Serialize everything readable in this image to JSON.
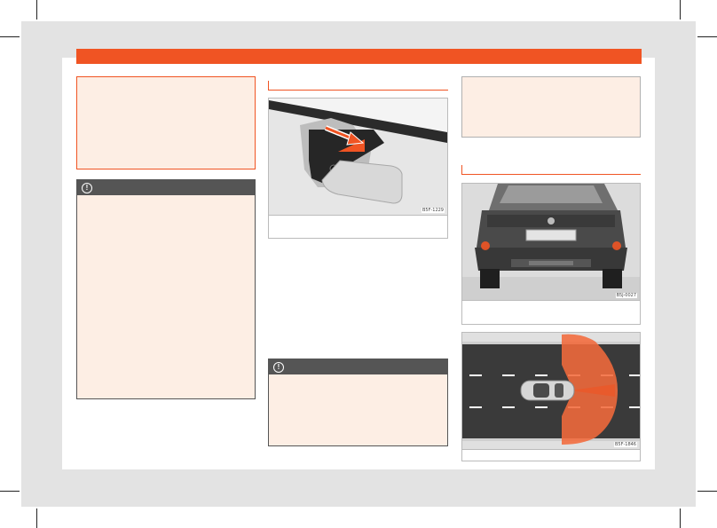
{
  "figures": {
    "camera": {
      "code": "B5F-1229"
    },
    "rear": {
      "code": "B5J-0027"
    },
    "road": {
      "code": "B5F-1846"
    }
  },
  "warning": {
    "icon_glyph": "!"
  },
  "colors": {
    "accent": "#f05423",
    "note_fill": "#fdeee4",
    "warning_bar": "#555555",
    "page_background": "#e3e3e3"
  },
  "icons": [
    "exclamation-circle-icon",
    "arrow-icon"
  ]
}
